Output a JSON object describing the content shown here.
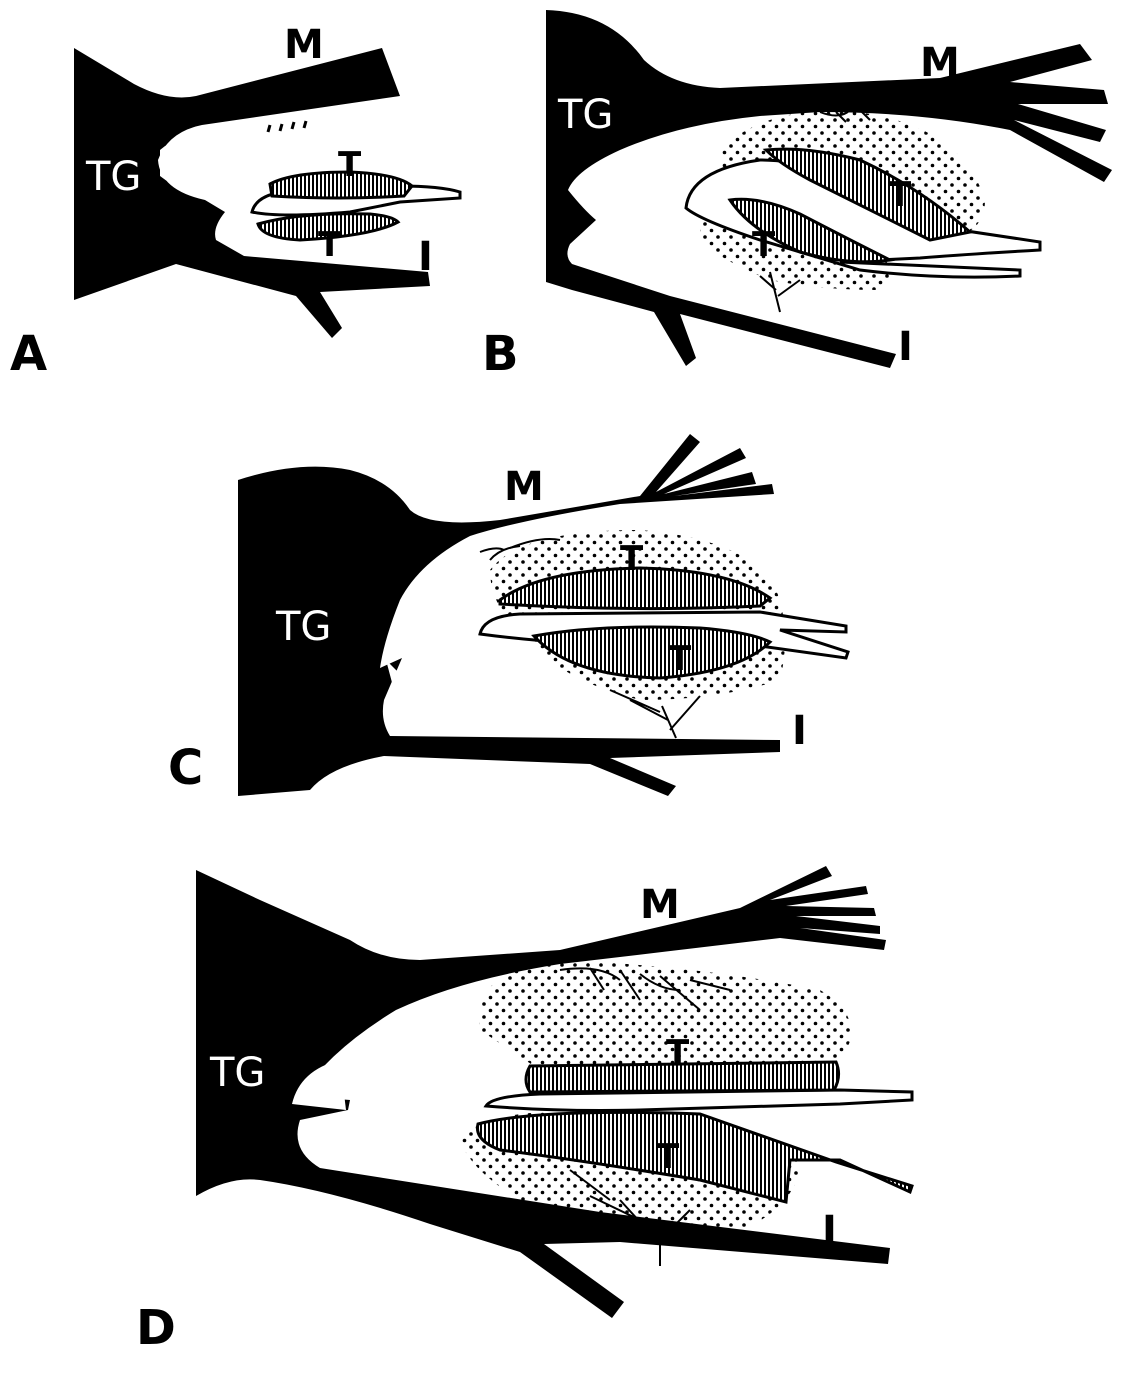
{
  "panels": [
    {
      "letter": "A",
      "ganglion": "TG",
      "maxillary": "M",
      "mandibular": "I",
      "tooth_upper": "T",
      "tooth_lower": "T"
    },
    {
      "letter": "B",
      "ganglion": "TG",
      "maxillary": "M",
      "mandibular": "I",
      "tooth_upper": "T",
      "tooth_lower": "T"
    },
    {
      "letter": "C",
      "ganglion": "TG",
      "maxillary": "M",
      "mandibular": "I",
      "tooth_upper": "T",
      "tooth_lower": "T"
    },
    {
      "letter": "D",
      "ganglion": "TG",
      "maxillary": "M",
      "mandibular": "I",
      "tooth_upper": "T",
      "tooth_lower": "T"
    }
  ],
  "colors": {
    "ink": "#000000",
    "paper": "#ffffff"
  },
  "fills": {
    "tooth": "vertical-hatch",
    "periodontal_zone": "stipple"
  }
}
